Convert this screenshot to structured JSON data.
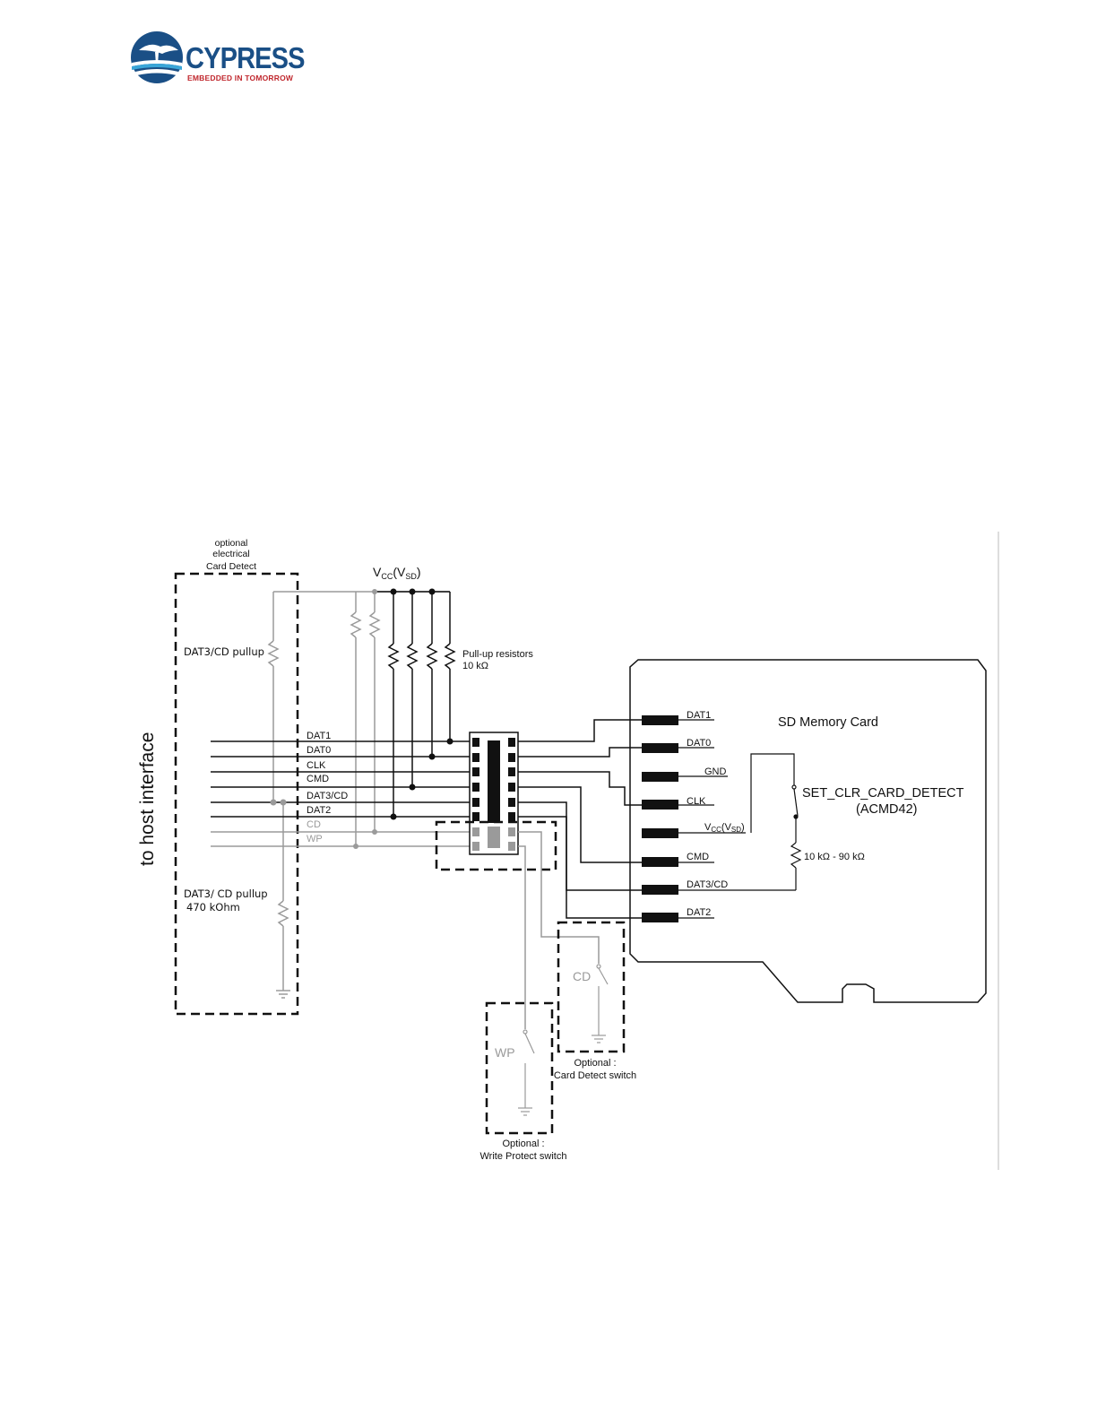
{
  "logo": {
    "brand": "CYPRESS",
    "tagline": "EMBEDDED IN TOMORROW",
    "colors": {
      "brand_blue": "#1a4f86",
      "tag_red": "#c0272d"
    }
  },
  "diagram": {
    "host_interface_label": "to host interface",
    "card_detect_box": {
      "line1": "optional",
      "line2": "electrical",
      "line3": "Card Detect"
    },
    "dat3_pullup_top": "DAT3/CD pullup",
    "dat3_pullup_bottom": {
      "line1": "DAT3/ CD pullup",
      "line2": "470 kOhm"
    },
    "vcc_label": {
      "main": "V",
      "sub1": "CC",
      "mid": "(V",
      "sub2": "SD",
      "end": ")"
    },
    "pullup_resistors": {
      "line1": "Pull-up resistors",
      "line2": "10  kΩ"
    },
    "host_signals": [
      "DAT1",
      "DAT0",
      "CLK",
      "CMD",
      "DAT3/CD",
      "DAT2"
    ],
    "host_signals_optional": [
      "CD",
      "WP"
    ],
    "card_title": "SD Memory Card",
    "card_pins": [
      "DAT1",
      "DAT0",
      "GND",
      "CLK",
      "V",
      "CMD",
      "DAT3/CD",
      "DAT2"
    ],
    "card_vcc_subs": {
      "sub1": "CC",
      "mid": "(V",
      "sub2": "SD",
      "end": ")"
    },
    "set_clr": {
      "line1": "SET_CLR_CARD_DETECT",
      "line2": "(ACMD42)"
    },
    "card_resistor": "10  kΩ - 90 kΩ",
    "cd_switch": {
      "label": "CD",
      "caption1": "Optional :",
      "caption2": "Card Detect switch"
    },
    "wp_switch": {
      "label": "WP",
      "caption1": "Optional :",
      "caption2": "Write Protect switch"
    },
    "colors": {
      "line": "#111111",
      "optional_line": "#9a9a9a"
    }
  }
}
